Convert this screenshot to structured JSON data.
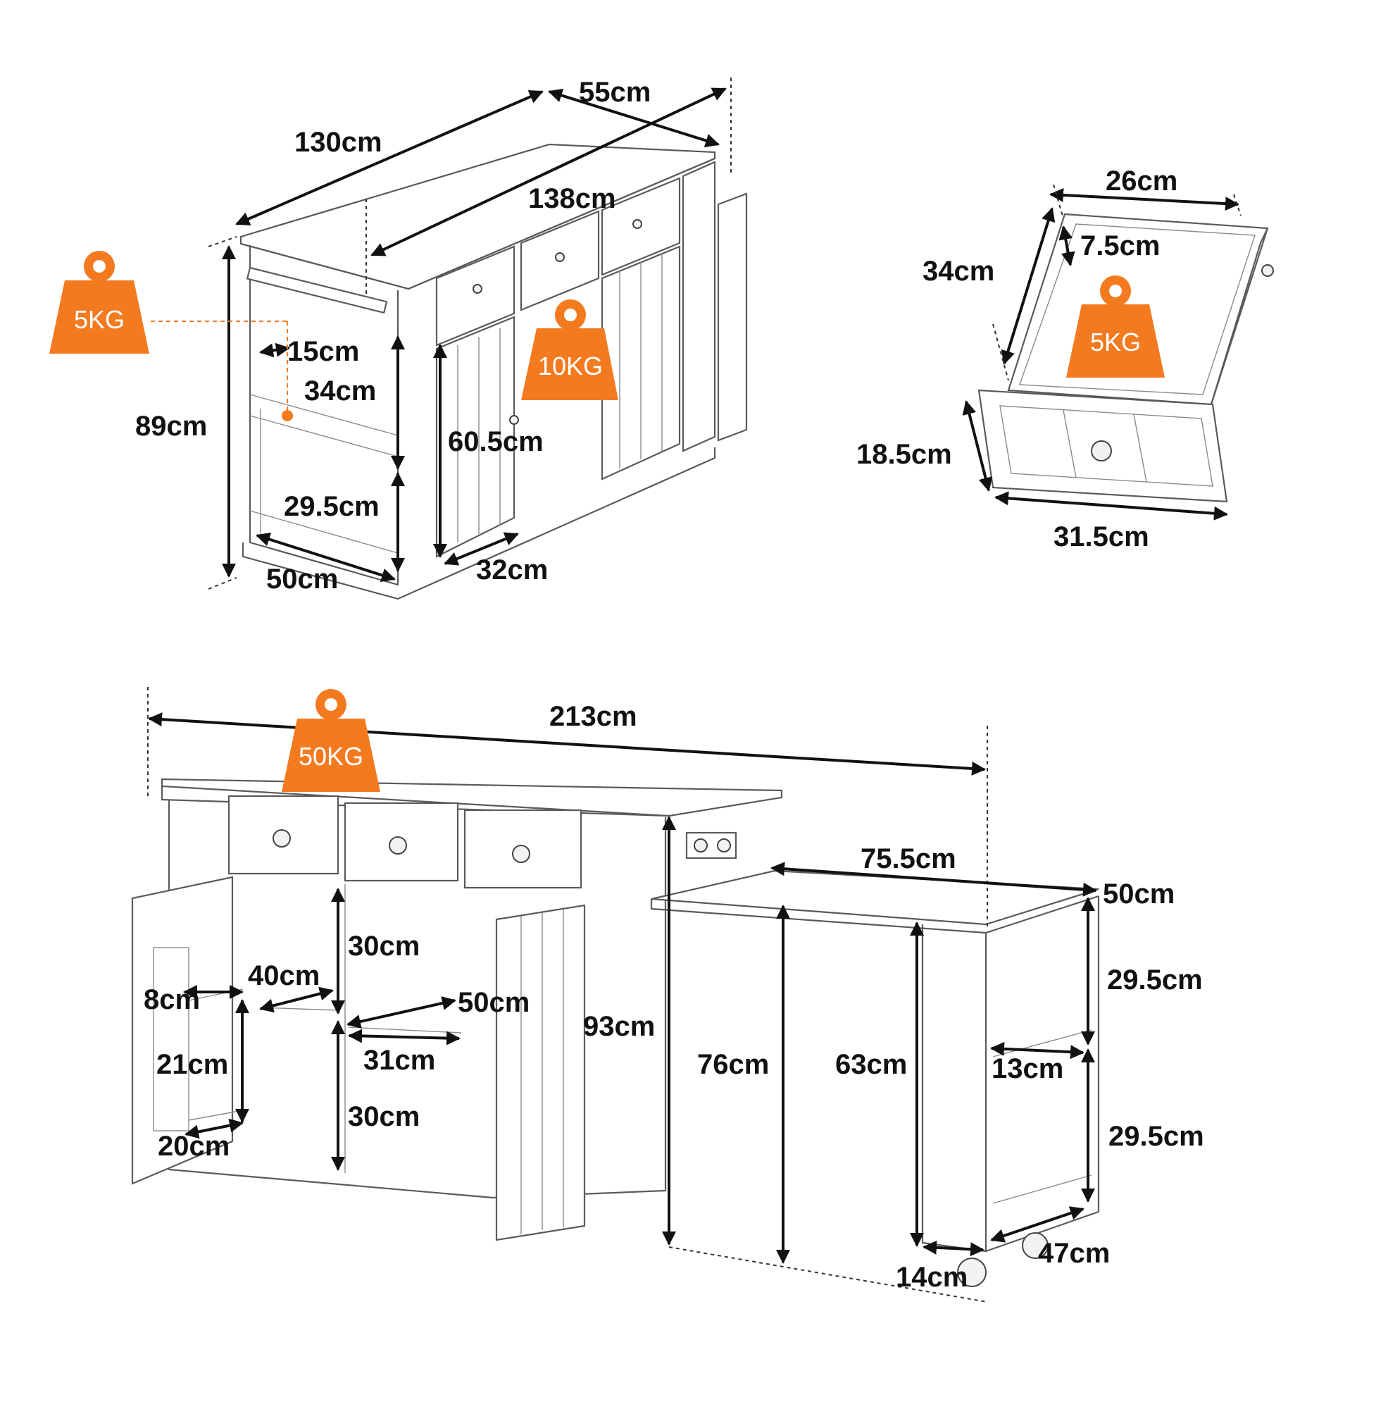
{
  "accent_color": "#f47a20",
  "weights": {
    "towel_bar": "5KG",
    "cabinet": "10KG",
    "drawer": "5KG",
    "tabletop": "50KG"
  },
  "dimensions": {
    "top_depth_130": "130cm",
    "top_depth_55": "55cm",
    "top_width_138": "138cm",
    "height_89": "89cm",
    "rack_15": "15cm",
    "shelf_34": "34cm",
    "cabinet_60_5": "60.5cm",
    "shelf_29_5": "29.5cm",
    "base_50": "50cm",
    "base_32": "32cm",
    "drawer_26": "26cm",
    "drawer_7_5": "7.5cm",
    "drawer_34": "34cm",
    "drawer_18_5": "18.5cm",
    "drawer_31_5": "31.5cm",
    "total_213": "213cm",
    "ext_75_5": "75.5cm",
    "ext_50": "50cm",
    "ext_shelf_29_5_a": "29.5cm",
    "ext_shelf_29_5_b": "29.5cm",
    "ext_13": "13cm",
    "ext_47": "47cm",
    "ext_14": "14cm",
    "ext_63": "63cm",
    "ext_76": "76cm",
    "height_93": "93cm",
    "inner_30_a": "30cm",
    "inner_30_b": "30cm",
    "inner_40": "40cm",
    "inner_50": "50cm",
    "inner_31": "31cm",
    "door_8": "8cm",
    "door_21": "21cm",
    "door_20": "20cm"
  }
}
